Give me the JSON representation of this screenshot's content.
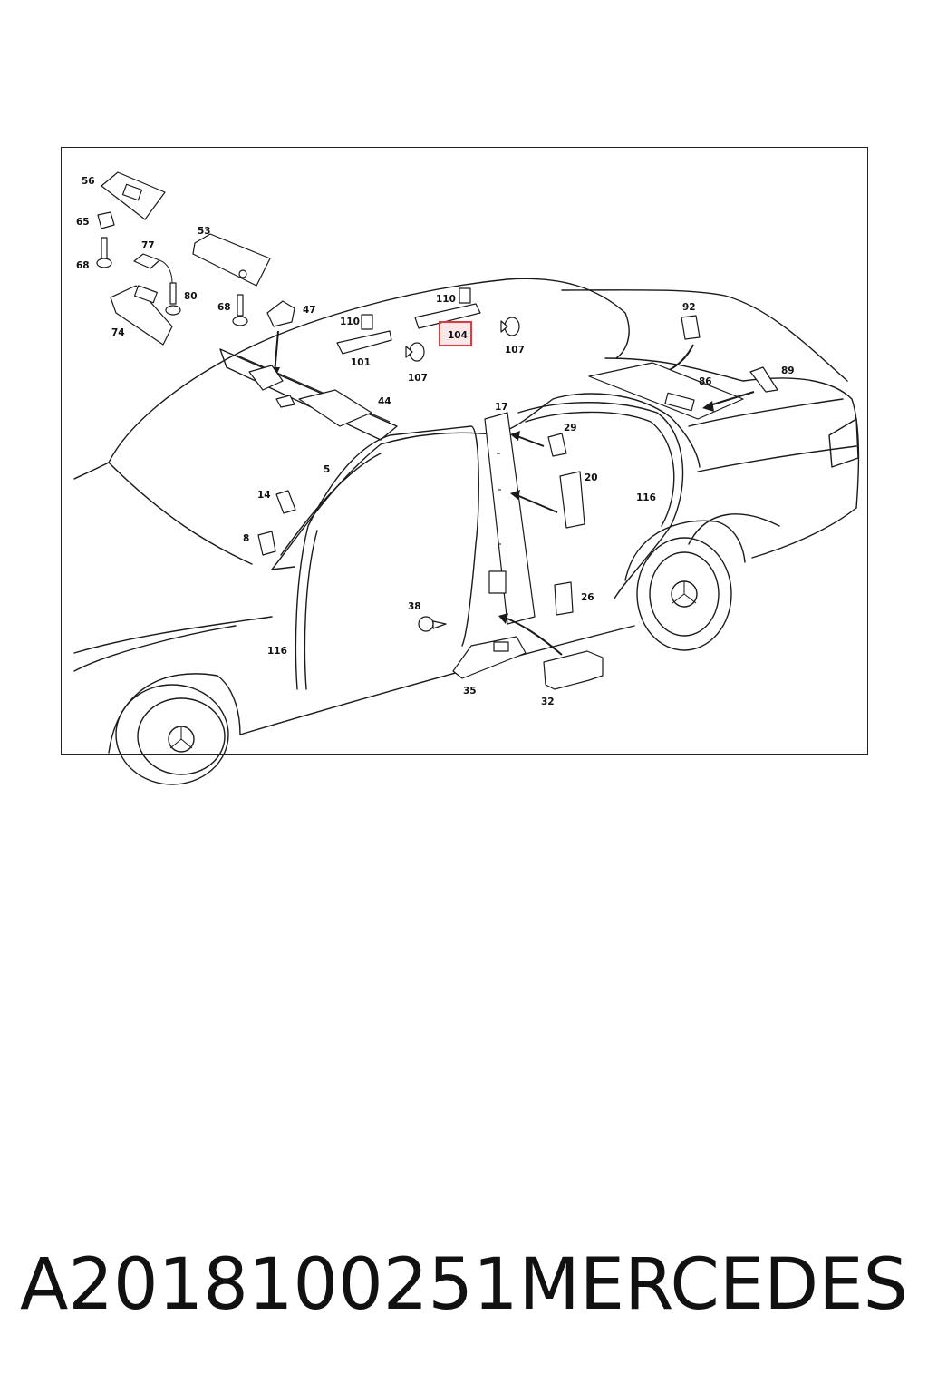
{
  "footer": {
    "part_number": "A2018100251",
    "brand": "MERCEDES"
  },
  "highlight": {
    "label": "104",
    "color": "#e23a3a"
  },
  "labels": {
    "l56": "56",
    "l65": "65",
    "l68a": "68",
    "l77": "77",
    "l53": "53",
    "l80": "80",
    "l74": "74",
    "l68b": "68",
    "l47": "47",
    "l110a": "110",
    "l110b": "110",
    "l101": "101",
    "l107a": "107",
    "l107b": "107",
    "l92": "92",
    "l86": "86",
    "l89": "89",
    "l44": "44",
    "l17": "17",
    "l29": "29",
    "l20": "20",
    "l116a": "116",
    "l116b": "116",
    "l5": "5",
    "l14": "14",
    "l8": "8",
    "l38": "38",
    "l26": "26",
    "l35": "35",
    "l32": "32"
  }
}
